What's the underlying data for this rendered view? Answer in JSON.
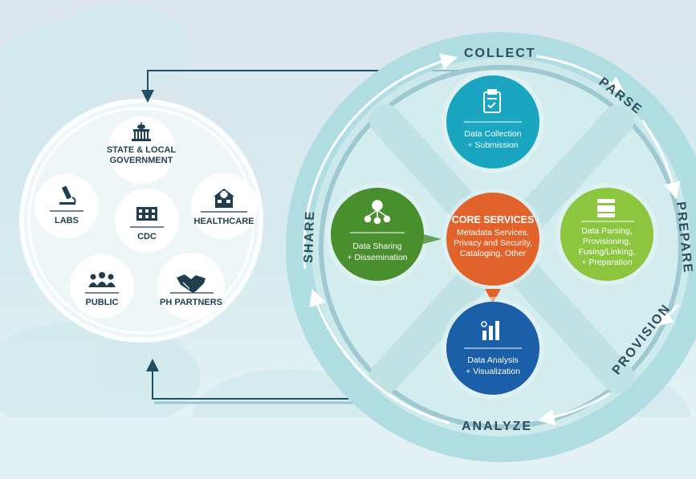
{
  "stakeholders": {
    "state_gov": [
      "STATE & LOCAL",
      "GOVERNMENT"
    ],
    "labs": "LABS",
    "cdc": "CDC",
    "healthcare": "HEALTHCARE",
    "public": "PUBLIC",
    "ph_partners": "PH PARTNERS"
  },
  "cycle": {
    "collect": "COLLECT",
    "parse": "PARSE",
    "prepare": "PREPARE",
    "provision": "PROVISION",
    "analyze": "ANALYZE",
    "share": "SHARE"
  },
  "nodes": {
    "collection": [
      "Data Collection",
      "+ Submission"
    ],
    "core_title": "CORE SERVICES",
    "core_lines": [
      "Metadata Services,",
      "Privacy and Security,",
      "Cataloging, Other"
    ],
    "parsing": [
      "Data Parsing,",
      "Provisioning,",
      "Fusing/Linking,",
      "+ Preparation"
    ],
    "sharing": [
      "Data Sharing",
      "+ Dissemination"
    ],
    "analysis": [
      "Data Analysis",
      "+ Visualization"
    ]
  },
  "colors": {
    "collection": "#1aa6c0",
    "core": "#e2622b",
    "parsing": "#8cc63f",
    "sharing": "#4a8f2e",
    "analysis": "#1b5fa8",
    "ring": "#b3dfe2",
    "ink": "#1f3f4f"
  }
}
